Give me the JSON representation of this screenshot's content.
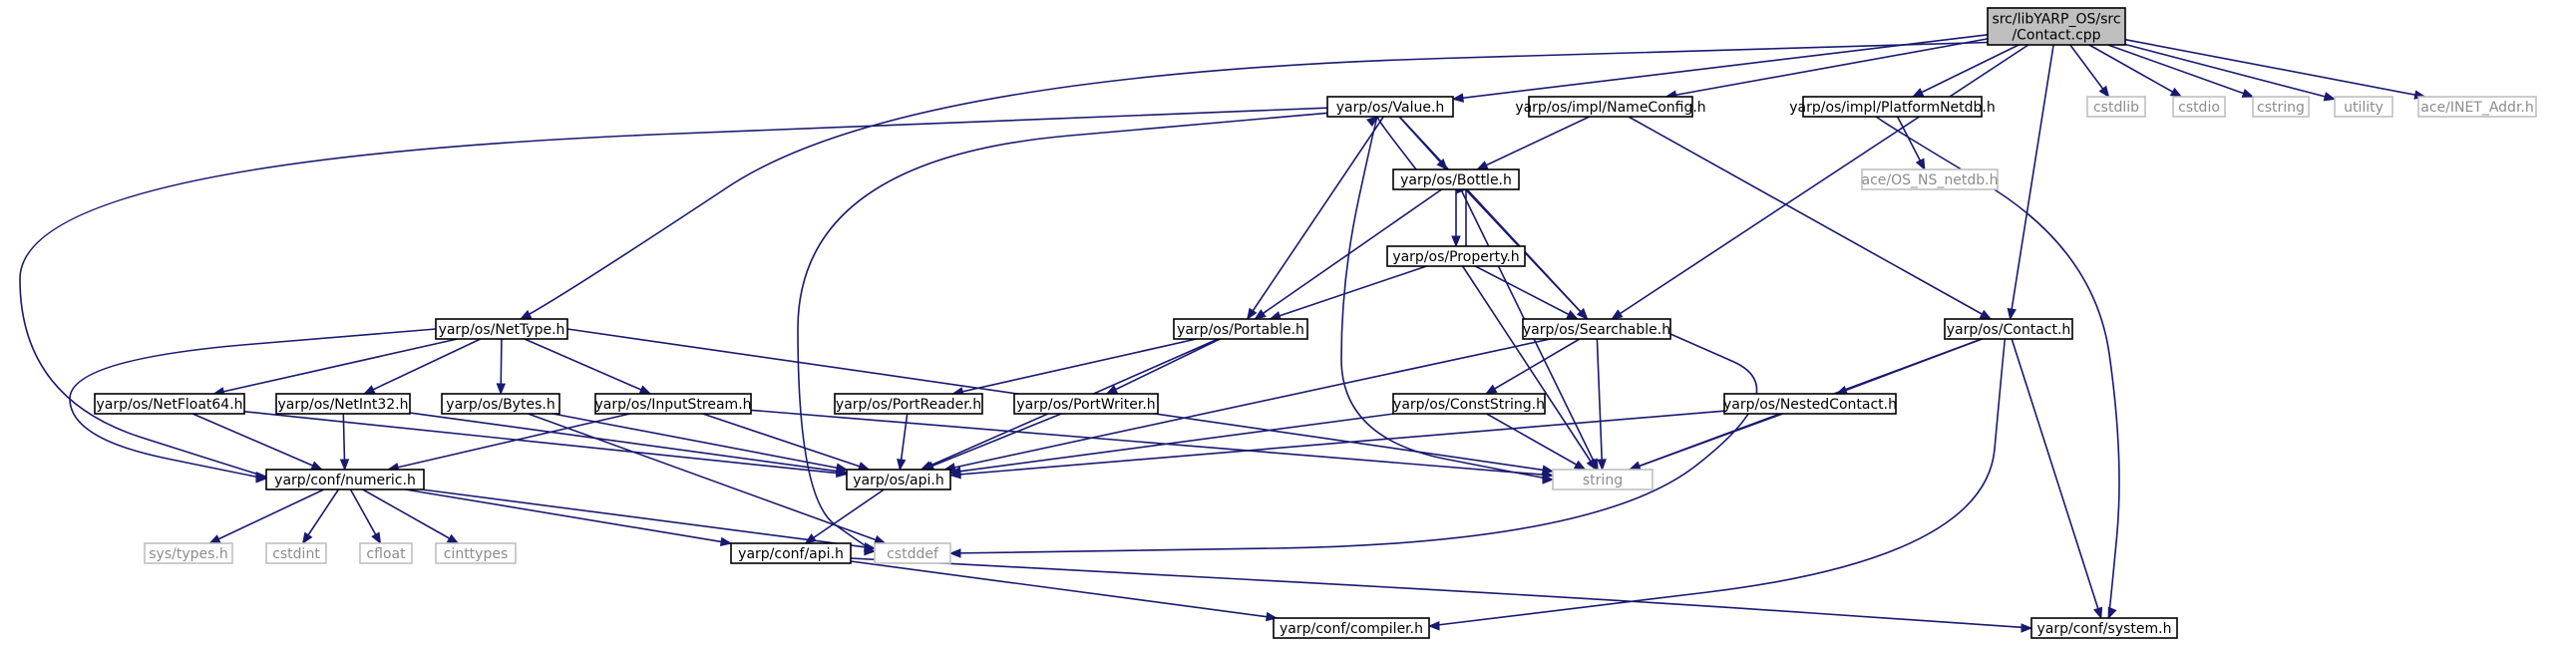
{
  "diagram": {
    "title_lines": [
      "src/libYARP_OS/src",
      "/Contact.cpp"
    ],
    "nodes": [
      {
        "id": "root",
        "label": "src/libYARP_OS/src\n/Contact.cpp",
        "kind": "root"
      },
      {
        "id": "value",
        "label": "yarp/os/Value.h",
        "kind": "normal"
      },
      {
        "id": "nameconfig",
        "label": "yarp/os/impl/NameConfig.h",
        "kind": "normal"
      },
      {
        "id": "platformnetdb",
        "label": "yarp/os/impl/PlatformNetdb.h",
        "kind": "normal"
      },
      {
        "id": "cstdlib",
        "label": "cstdlib",
        "kind": "ext"
      },
      {
        "id": "cstdio",
        "label": "cstdio",
        "kind": "ext"
      },
      {
        "id": "cstring",
        "label": "cstring",
        "kind": "ext"
      },
      {
        "id": "utility",
        "label": "utility",
        "kind": "ext"
      },
      {
        "id": "inetaddr",
        "label": "ace/INET_Addr.h",
        "kind": "ext"
      },
      {
        "id": "bottle",
        "label": "yarp/os/Bottle.h",
        "kind": "normal"
      },
      {
        "id": "acenetdb",
        "label": "ace/OS_NS_netdb.h",
        "kind": "ext"
      },
      {
        "id": "property",
        "label": "yarp/os/Property.h",
        "kind": "normal"
      },
      {
        "id": "nettype",
        "label": "yarp/os/NetType.h",
        "kind": "normal"
      },
      {
        "id": "portable",
        "label": "yarp/os/Portable.h",
        "kind": "normal"
      },
      {
        "id": "searchable",
        "label": "yarp/os/Searchable.h",
        "kind": "normal"
      },
      {
        "id": "contact",
        "label": "yarp/os/Contact.h",
        "kind": "normal"
      },
      {
        "id": "netfloat64",
        "label": "yarp/os/NetFloat64.h",
        "kind": "normal"
      },
      {
        "id": "netint32",
        "label": "yarp/os/NetInt32.h",
        "kind": "normal"
      },
      {
        "id": "bytes",
        "label": "yarp/os/Bytes.h",
        "kind": "normal"
      },
      {
        "id": "inputstream",
        "label": "yarp/os/InputStream.h",
        "kind": "normal"
      },
      {
        "id": "portreader",
        "label": "yarp/os/PortReader.h",
        "kind": "normal"
      },
      {
        "id": "portwriter",
        "label": "yarp/os/PortWriter.h",
        "kind": "normal"
      },
      {
        "id": "conststring",
        "label": "yarp/os/ConstString.h",
        "kind": "normal"
      },
      {
        "id": "nestedcontact",
        "label": "yarp/os/NestedContact.h",
        "kind": "normal"
      },
      {
        "id": "numeric",
        "label": "yarp/conf/numeric.h",
        "kind": "normal"
      },
      {
        "id": "osapi",
        "label": "yarp/os/api.h",
        "kind": "normal"
      },
      {
        "id": "string",
        "label": "string",
        "kind": "ext"
      },
      {
        "id": "systypes",
        "label": "sys/types.h",
        "kind": "ext"
      },
      {
        "id": "cstdint",
        "label": "cstdint",
        "kind": "ext"
      },
      {
        "id": "cfloat",
        "label": "cfloat",
        "kind": "ext"
      },
      {
        "id": "cinttypes",
        "label": "cinttypes",
        "kind": "ext"
      },
      {
        "id": "cstddef",
        "label": "cstddef",
        "kind": "ext"
      },
      {
        "id": "confapi",
        "label": "yarp/conf/api.h",
        "kind": "normal"
      },
      {
        "id": "compiler",
        "label": "yarp/conf/compiler.h",
        "kind": "normal"
      },
      {
        "id": "system",
        "label": "yarp/conf/system.h",
        "kind": "normal"
      }
    ],
    "edges": [
      [
        "root",
        "value"
      ],
      [
        "root",
        "nameconfig"
      ],
      [
        "root",
        "platformnetdb"
      ],
      [
        "root",
        "cstdlib"
      ],
      [
        "root",
        "cstdio"
      ],
      [
        "root",
        "cstring"
      ],
      [
        "root",
        "utility"
      ],
      [
        "root",
        "inetaddr"
      ],
      [
        "root",
        "nettype"
      ],
      [
        "root",
        "searchable"
      ],
      [
        "root",
        "contact"
      ],
      [
        "value",
        "bottle"
      ],
      [
        "value",
        "portable"
      ],
      [
        "value",
        "searchable"
      ],
      [
        "value",
        "string"
      ],
      [
        "value",
        "numeric"
      ],
      [
        "value",
        "cstddef"
      ],
      [
        "bottle",
        "value"
      ],
      [
        "bottle",
        "property"
      ],
      [
        "bottle",
        "portable"
      ],
      [
        "bottle",
        "searchable"
      ],
      [
        "bottle",
        "string"
      ],
      [
        "property",
        "bottle"
      ],
      [
        "property",
        "portable"
      ],
      [
        "property",
        "searchable"
      ],
      [
        "property",
        "string"
      ],
      [
        "nameconfig",
        "bottle"
      ],
      [
        "nameconfig",
        "contact"
      ],
      [
        "platformnetdb",
        "acenetdb"
      ],
      [
        "platformnetdb",
        "system"
      ],
      [
        "nettype",
        "netfloat64"
      ],
      [
        "nettype",
        "netint32"
      ],
      [
        "nettype",
        "bytes"
      ],
      [
        "nettype",
        "inputstream"
      ],
      [
        "nettype",
        "numeric"
      ],
      [
        "nettype",
        "string"
      ],
      [
        "portable",
        "portreader"
      ],
      [
        "portable",
        "portwriter"
      ],
      [
        "portable",
        "osapi"
      ],
      [
        "searchable",
        "conststring"
      ],
      [
        "searchable",
        "osapi"
      ],
      [
        "searchable",
        "string"
      ],
      [
        "searchable",
        "cstddef"
      ],
      [
        "contact",
        "nestedcontact"
      ],
      [
        "contact",
        "string"
      ],
      [
        "contact",
        "compiler"
      ],
      [
        "contact",
        "system"
      ],
      [
        "netfloat64",
        "numeric"
      ],
      [
        "netfloat64",
        "osapi"
      ],
      [
        "netint32",
        "numeric"
      ],
      [
        "netint32",
        "osapi"
      ],
      [
        "bytes",
        "osapi"
      ],
      [
        "bytes",
        "cstddef"
      ],
      [
        "inputstream",
        "numeric"
      ],
      [
        "inputstream",
        "osapi"
      ],
      [
        "inputstream",
        "string"
      ],
      [
        "portreader",
        "osapi"
      ],
      [
        "portwriter",
        "osapi"
      ],
      [
        "conststring",
        "osapi"
      ],
      [
        "conststring",
        "string"
      ],
      [
        "nestedcontact",
        "osapi"
      ],
      [
        "nestedcontact",
        "string"
      ],
      [
        "numeric",
        "systypes"
      ],
      [
        "numeric",
        "cstdint"
      ],
      [
        "numeric",
        "cfloat"
      ],
      [
        "numeric",
        "cinttypes"
      ],
      [
        "numeric",
        "confapi"
      ],
      [
        "numeric",
        "cstddef"
      ],
      [
        "osapi",
        "confapi"
      ],
      [
        "confapi",
        "compiler"
      ],
      [
        "confapi",
        "system"
      ]
    ]
  },
  "colors": {
    "edge": "#191970",
    "root_fill": "#bfbfbf",
    "node_border": "#000000",
    "external_border": "#bfbfbf",
    "external_text": "#8c8c8c"
  }
}
